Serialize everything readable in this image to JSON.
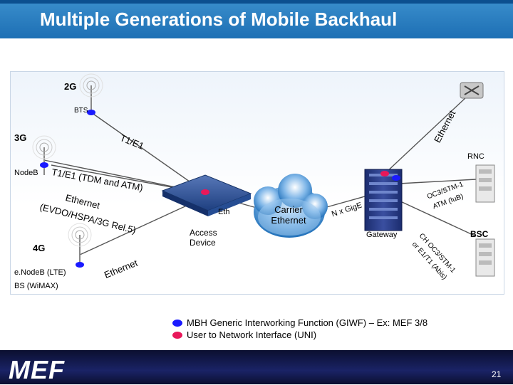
{
  "slide": {
    "title": "Multiple Generations of Mobile Backhaul",
    "page_number": "21",
    "logo": "MEF"
  },
  "network": {
    "labels": {
      "gen2": "2G",
      "bts": "BTS",
      "gen3": "3G",
      "nodeb": "NodeB",
      "gen4": "4G",
      "enodeb": "e.NodeB (LTE)",
      "bs_wimax": "BS (WiMAX)",
      "rnc": "RNC",
      "bsc": "BSC",
      "access_device": "Access\nDevice",
      "carrier_ethernet": "Carrier\nEthernet",
      "gateway": "Gateway",
      "eth": "Eth",
      "nxgige": "N x GigE",
      "t1e1": "T1/E1",
      "t1e1_tdm_atm": "T1/E1 (TDM and ATM)",
      "ethernet_evdo_line1": "Ethernet",
      "ethernet_evdo_line2": "(EVDO/HSPA/3G Rel.5)",
      "ethernet_top": "Ethernet",
      "ethernet_bottom": "Ethernet",
      "oc3_iub_line1": "OC3/STM-1",
      "oc3_iub_line2": "ATM (IuB)",
      "abis_line1": "CH OC3/STM-1",
      "abis_line2": "or E1/T1 (Abis)"
    }
  },
  "legend": {
    "items": [
      {
        "label": "MBH Generic Interworking Function (GIWF) – Ex: MEF 3/8",
        "color": "#1a1aff"
      },
      {
        "label": "User to Network Interface (UNI)",
        "color": "#e8185a"
      }
    ]
  },
  "colors": {
    "header": "#2a7fc2",
    "footer": "#10164a",
    "cloud": "#1f6fb8",
    "giwf": "#1a1aff",
    "uni": "#e8185a"
  }
}
